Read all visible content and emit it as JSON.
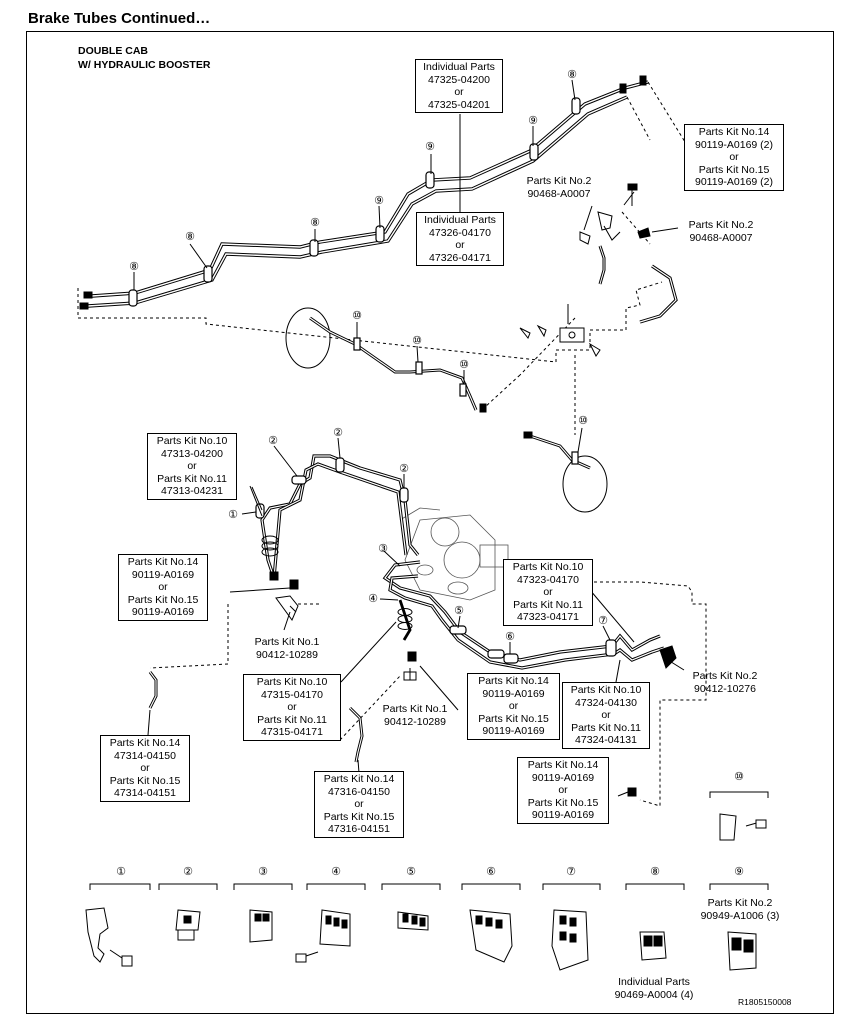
{
  "page": {
    "heading": "Brake Tubes Continued…",
    "variant_line1": "DOUBLE CAB",
    "variant_line2": "W/ HYDRAULIC BOOSTER",
    "reference_code": "R1805150008"
  },
  "callouts": {
    "ind_47325": [
      "Individual Parts",
      "47325-04200",
      "or",
      "47325-04201"
    ],
    "ind_47326": [
      "Individual Parts",
      "47326-04170",
      "or",
      "47326-04171"
    ],
    "kit14_top_right": [
      "Parts Kit No.14",
      "90119-A0169 (2)",
      "or",
      "Parts Kit No.15",
      "90119-A0169 (2)"
    ],
    "kit2_0007_a": [
      "Parts Kit No.2",
      "90468-A0007"
    ],
    "kit2_0007_b": [
      "Parts Kit No.2",
      "90468-A0007"
    ],
    "kit10_47313": [
      "Parts Kit No.10",
      "47313-04200",
      "or",
      "Parts Kit No.11",
      "47313-04231"
    ],
    "kit14_left": [
      "Parts Kit No.14",
      "90119-A0169",
      "or",
      "Parts Kit No.15",
      "90119-A0169"
    ],
    "kit1_left": [
      "Parts Kit No.1",
      "90412-10289"
    ],
    "kit14_47314": [
      "Parts Kit No.14",
      "47314-04150",
      "or",
      "Parts Kit No.15",
      "47314-04151"
    ],
    "kit10_47315": [
      "Parts Kit No.10",
      "47315-04170",
      "or",
      "Parts Kit No.11",
      "47315-04171"
    ],
    "kit1_center": [
      "Parts Kit No.1",
      "90412-10289"
    ],
    "kit14_center": [
      "Parts Kit No.14",
      "90119-A0169",
      "or",
      "Parts Kit No.15",
      "90119-A0169"
    ],
    "kit14_47316": [
      "Parts Kit No.14",
      "47316-04150",
      "or",
      "Parts Kit No.15",
      "47316-04151"
    ],
    "kit10_47323": [
      "Parts Kit No.10",
      "47323-04170",
      "or",
      "Parts Kit No.11",
      "47323-04171"
    ],
    "kit2_10276": [
      "Parts Kit No.2",
      "90412-10276"
    ],
    "kit10_47324": [
      "Parts Kit No.10",
      "47324-04130",
      "or",
      "Parts Kit No.11",
      "47324-04131"
    ],
    "kit14_lower_right": [
      "Parts Kit No.14",
      "90119-A0169",
      "or",
      "Parts Kit No.15",
      "90119-A0169"
    ],
    "kit2_a1006": [
      "Parts Kit No.2",
      "90949-A1006 (3)"
    ],
    "ind_90469": [
      "Individual Parts",
      "90469-A0004 (4)"
    ]
  },
  "clip_markers": [
    "①",
    "②",
    "③",
    "④",
    "⑤",
    "⑥",
    "⑦",
    "⑧",
    "⑨",
    "⑩"
  ]
}
